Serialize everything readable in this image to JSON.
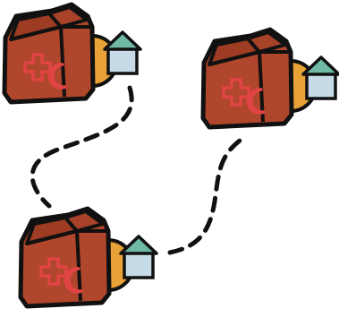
{
  "illustration": {
    "nodes": [
      {
        "id": "node-top-left",
        "icon": "aid-box-icon",
        "badge": "house-icon"
      },
      {
        "id": "node-top-right",
        "icon": "aid-box-icon",
        "badge": "house-icon"
      },
      {
        "id": "node-bottom-left",
        "icon": "aid-box-icon",
        "badge": "house-icon"
      }
    ],
    "links": [
      {
        "from": "node-top-left",
        "to": "node-bottom-left",
        "style": "dashed"
      },
      {
        "from": "node-bottom-left",
        "to": "node-top-right",
        "style": "dashed"
      }
    ],
    "colors": {
      "box": "#b0462b",
      "box_flap": "#a13f26",
      "outline": "#111111",
      "disc": "#e8a237",
      "house_wall": "#c6dbe7",
      "house_roof": "#6fb9a6",
      "symbol": "#e04444"
    }
  }
}
